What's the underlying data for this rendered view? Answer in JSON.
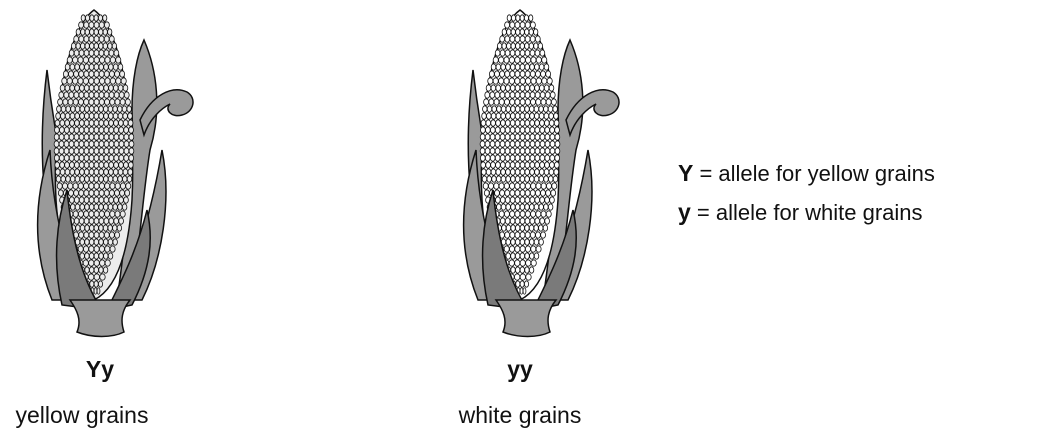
{
  "ears": [
    {
      "genotype": "Yy",
      "phenotype": "yellow grains",
      "kernel_fill": "#ececec"
    },
    {
      "genotype": "yy",
      "phenotype": "white grains",
      "kernel_fill": "#ffffff"
    }
  ],
  "legend": [
    {
      "symbol": "Y",
      "text": " = allele for yellow grains"
    },
    {
      "symbol": "y",
      "text": " = allele for white grains"
    }
  ],
  "colors": {
    "husk": "#9a9a9a",
    "husk_dark": "#7a7a7a",
    "outline": "#111111"
  }
}
